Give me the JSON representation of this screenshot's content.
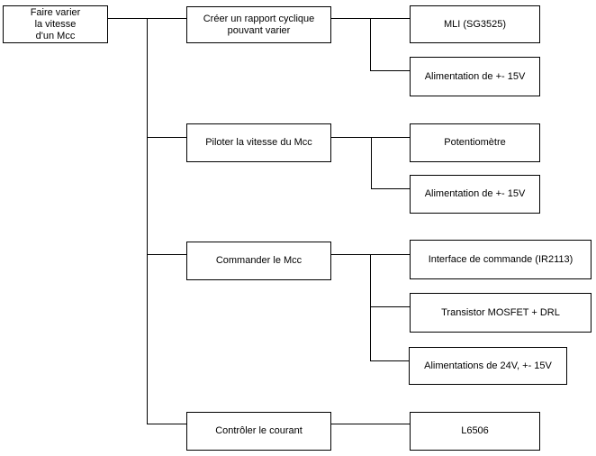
{
  "colors": {
    "background": "#ffffff",
    "line": "#000000",
    "box_border": "#000000",
    "text": "#000000"
  },
  "root": {
    "label": "Faire varier\nla vitesse\nd'un Mcc"
  },
  "branches": [
    {
      "label": "Créer un rapport cyclique\npouvant varier",
      "children": [
        {
          "label": "MLI (SG3525)"
        },
        {
          "label": "Alimentation de +- 15V"
        }
      ]
    },
    {
      "label": "Piloter la vitesse du Mcc",
      "children": [
        {
          "label": "Potentiomètre"
        },
        {
          "label": "Alimentation de +- 15V"
        }
      ]
    },
    {
      "label": "Commander le Mcc",
      "children": [
        {
          "label": "Interface de commande (IR2113)"
        },
        {
          "label": "Transistor MOSFET + DRL"
        },
        {
          "label": "Alimentations de 24V, +- 15V"
        }
      ]
    },
    {
      "label": "Contrôler le courant",
      "children": [
        {
          "label": "L6506"
        }
      ]
    }
  ]
}
